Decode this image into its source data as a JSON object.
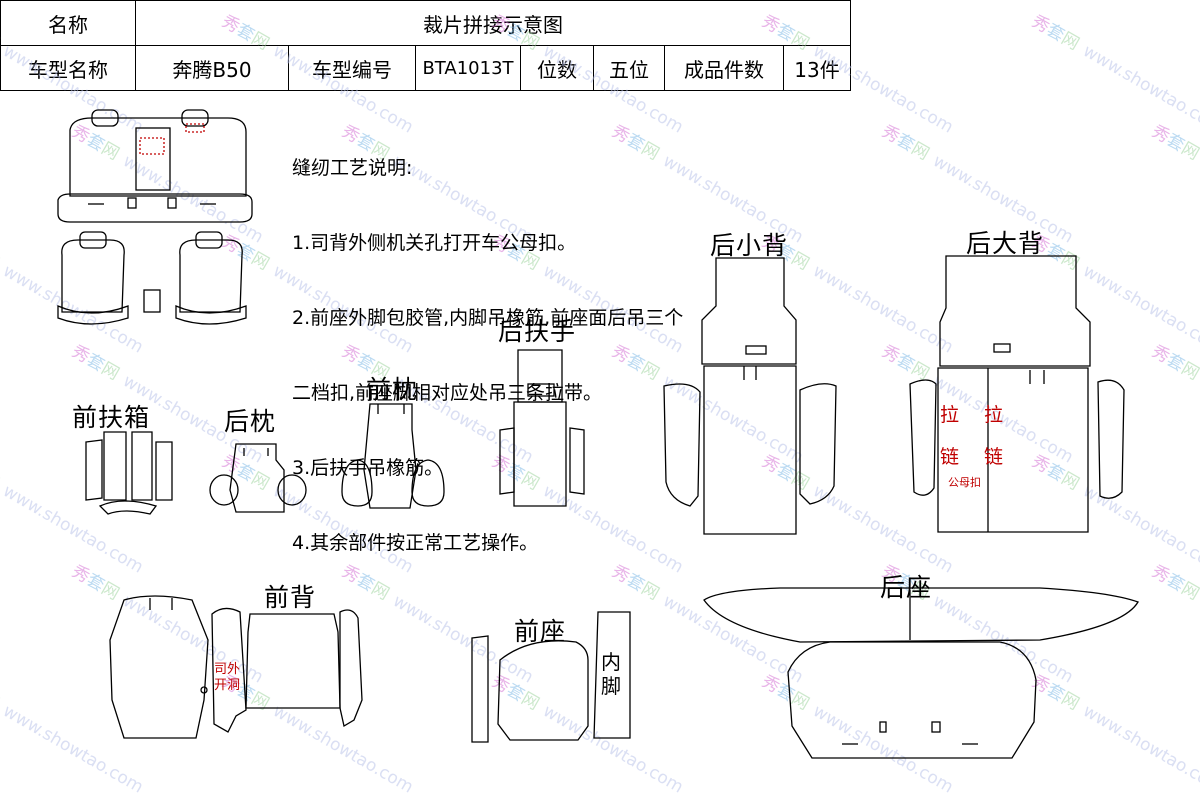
{
  "header": {
    "name_label": "名称",
    "name_value": "裁片拼接示意图",
    "model_name_label": "车型名称",
    "model_name_value": "奔腾B50",
    "model_code_label": "车型编号",
    "model_code_value": "BTA1013T",
    "seats_label": "位数",
    "seats_value": "五位",
    "pieces_label": "成品件数",
    "pieces_value": "13件"
  },
  "notes": {
    "title": "缝纫工艺说明:",
    "items": [
      "1.司背外侧机关孔打开车公母扣。",
      "2.前座外脚包胶管,内脚吊橡筋,前座面后吊三个",
      "二档扣,前座脚相对应处吊三条拉带。",
      "3.后扶手吊橡筋。",
      "4.其余部件按正常工艺操作。"
    ]
  },
  "labels": {
    "rear_small_back": "后小背",
    "rear_large_back": "后大背",
    "rear_armrest": "后扶手",
    "front_pillow": "前枕",
    "front_armbox": "前扶箱",
    "rear_pillow": "后枕",
    "front_back": "前背",
    "front_seat": "前座",
    "rear_seat": "后座",
    "inner_foot": "内脚"
  },
  "annotations": {
    "zipper_left_1": "拉",
    "zipper_left_2": "链",
    "zipper_right_1": "拉",
    "zipper_right_2": "链",
    "snap_buttons": "公母扣",
    "driver_outer_1": "司外",
    "driver_outer_2": "开洞"
  },
  "watermark": {
    "brand_1": "秀",
    "brand_2": "套",
    "brand_3": "网",
    "url": "www.showtao.com"
  }
}
